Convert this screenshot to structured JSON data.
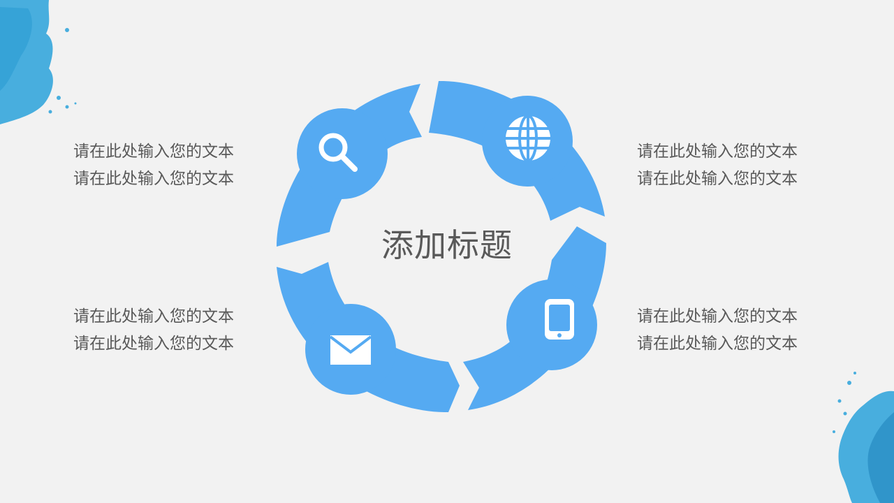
{
  "slide": {
    "title": "添加标题"
  },
  "colors": {
    "background": "#f2f2f2",
    "accent": "#55aaf2",
    "icon": "#ffffff",
    "text": "#595959",
    "splash": "#3aa0d2"
  },
  "blocks": {
    "top_left": {
      "line1": "请在此处输入您的文本",
      "line2": "请在此处输入您的文本"
    },
    "top_right": {
      "line1": "请在此处输入您的文本",
      "line2": "请在此处输入您的文本"
    },
    "bottom_left": {
      "line1": "请在此处输入您的文本",
      "line2": "请在此处输入您的文本"
    },
    "bottom_right": {
      "line1": "请在此处输入您的文本",
      "line2": "请在此处输入您的文本"
    }
  },
  "cycle_icons": [
    "search-icon",
    "globe-icon",
    "tablet-icon",
    "mail-icon"
  ]
}
